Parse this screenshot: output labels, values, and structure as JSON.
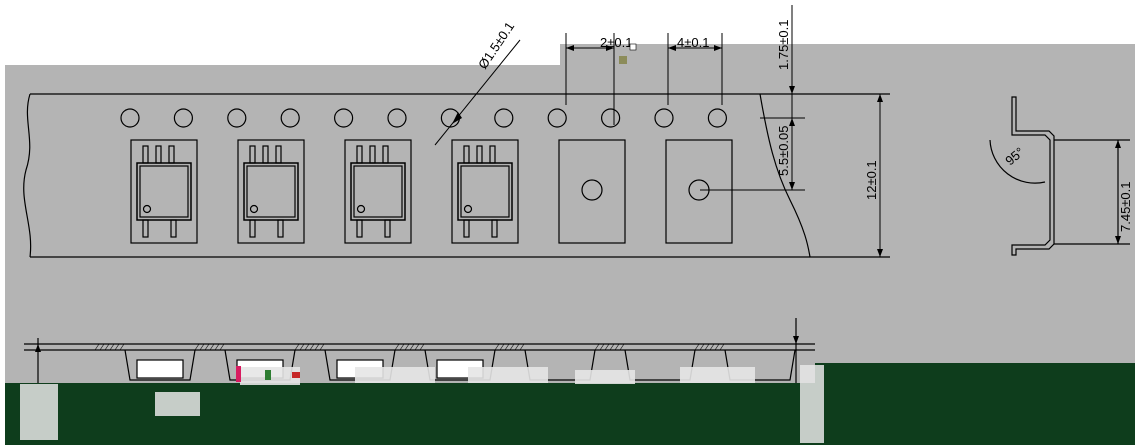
{
  "colors": {
    "background": "#ffffff",
    "panel_gray": "#b4b4b4",
    "dark_band": "#0e3d1c",
    "tape_fill": "#b4b4b4",
    "ink": "#000000",
    "hatch_white": "#e6e6e6"
  },
  "dimensions": {
    "sprocket_hole_diameter": "Ø1.5±0.1",
    "pocket_to_hole_pitch": "2±0.1",
    "hole_pitch": "4±0.1",
    "hole_edge_offset": "1.75±0.1",
    "pocket_center_offset": "5.5±0.05",
    "tape_width": "12±0.1",
    "pocket_depth": "7.45±0.1",
    "wall_angle": "95°"
  },
  "tape": {
    "sprocket_hole_count": 12,
    "pocket_count": 6,
    "loaded_pocket_count": 4
  }
}
